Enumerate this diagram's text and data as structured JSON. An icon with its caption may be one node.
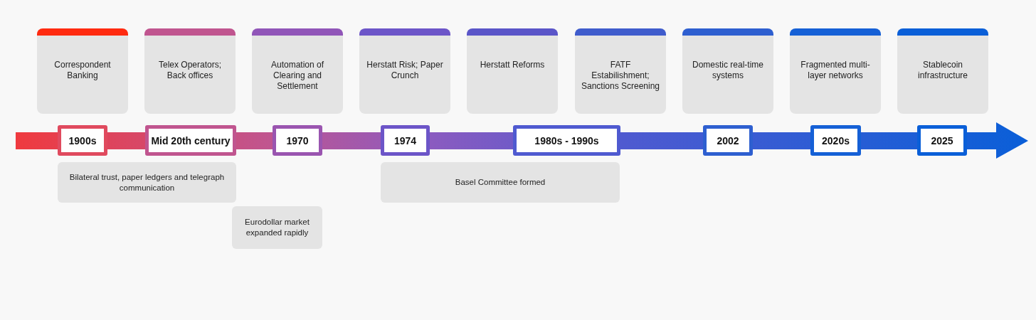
{
  "diagram": {
    "nodes": [
      {
        "text": [
          "Correspondent Banking"
        ]
      },
      {
        "text": [
          "Telex Operators; Back offices"
        ]
      },
      {
        "text": [
          "Automation of Clearing and Settlement"
        ]
      },
      {
        "text": [
          "Herstatt Risk; Paper Crunch"
        ]
      },
      {
        "text": [
          "Herstatt Reforms"
        ]
      },
      {
        "text": [
          "FATF Estabilishment; Sanctions Screening"
        ]
      },
      {
        "text": [
          "Domestic real-time systems"
        ]
      },
      {
        "text": [
          "Fragmented multi-layer networks"
        ]
      },
      {
        "text": [
          "Stablecoin infrastructure"
        ]
      },
      {
        "text": [
          "1900s"
        ]
      },
      {
        "text": [
          "Mid 20th century"
        ]
      },
      {
        "text": [
          "1970"
        ]
      },
      {
        "text": [
          "1974"
        ]
      },
      {
        "text": [
          "1980s - 1990s"
        ]
      },
      {
        "text": [
          "2002"
        ]
      },
      {
        "text": [
          "2020s"
        ]
      },
      {
        "text": [
          "2025"
        ]
      },
      {
        "text": [
          "Bilateral trust, paper ledgers and telegraph communication"
        ]
      },
      {
        "text": [
          "Eurodollar market expanded rapidly"
        ]
      },
      {
        "text": [
          "Basel Committee formed"
        ]
      }
    ],
    "edges": []
  }
}
